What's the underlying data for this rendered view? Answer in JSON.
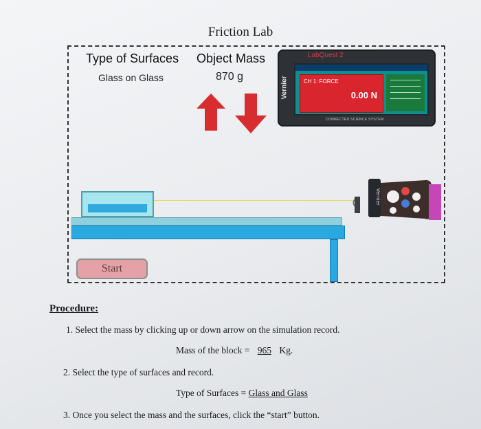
{
  "simulation": {
    "title": "Friction Lab",
    "surfaces_label": "Type of Surfaces",
    "surfaces_value": "Glass on Glass",
    "mass_label": "Object Mass",
    "mass_value": "870 g",
    "start_label": "Start",
    "colors": {
      "arrow": "#d82d30",
      "start_button": "#e5a2a6",
      "table": "#2aa9e0",
      "clamp": "#c646b7",
      "labquest_screen": "#d9262e"
    },
    "labquest": {
      "brand": "LabQuest 2",
      "vernier": "Vernier",
      "channel": "CH 1: FORCE",
      "reading": "0.00 N",
      "footer": "CONNECTED SCIENCE SYSTEM"
    },
    "sensor": {
      "label": "Vernier"
    }
  },
  "procedure": {
    "heading": "Procedure:",
    "step1": "1.  Select the mass by clicking up or down arrow on the simulation record.",
    "step1_prefix": "Mass of the block = ",
    "step1_answer": "965",
    "step1_suffix": " Kg.",
    "step2": "2.  Select the type of surfaces and record.",
    "step2_prefix": "Type of Surfaces = ",
    "step2_answer": "Glass and Glass",
    "step3": "3.  Once you select the mass and the surfaces, click the “start” button."
  }
}
